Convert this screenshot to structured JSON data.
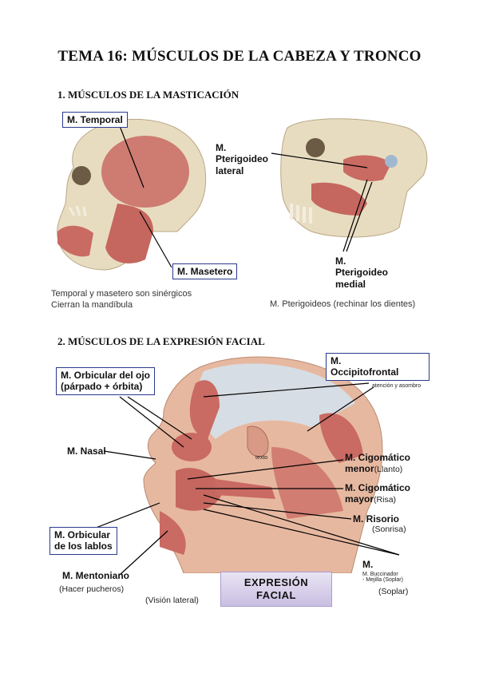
{
  "title": "TEMA 16: MÚSCULOS DE LA CABEZA Y TRONCO",
  "section1": {
    "heading": "1. MÚSCULOS DE LA MASTICACIÓN",
    "labels": {
      "temporal": "M. Temporal",
      "masetero": "M. Masetero",
      "pterigoideo_lateral": [
        "M.",
        "Pterigoideo",
        "lateral"
      ],
      "pterigoideo_medial": [
        "M.",
        "Pterigoideo",
        "medial"
      ]
    },
    "caption_left_1": "Temporal y masetero son sinérgicos",
    "caption_left_2": "Cierran la mandíbula",
    "caption_right": "M. Pterigoideos (rechinar los dientes)"
  },
  "section2": {
    "heading": "2. MÚSCULOS DE LA EXPRESIÓN FACIAL",
    "labels": {
      "orbicular_ojo_1": "M. Orbicular del ojo",
      "orbicular_ojo_2": "(párpado + órbita)",
      "occipitofrontal_1": "M.",
      "occipitofrontal_2": "Occipitofrontal",
      "occipitofrontal_note": "atención y asombro",
      "nasal": "M. Nasal",
      "texto": "texto",
      "cigomatico_menor_1": "M. Cigomático",
      "cigomatico_menor_2": "menor",
      "cigomatico_menor_note": "(Llanto)",
      "cigomatico_mayor_1": "M. Cigomático",
      "cigomatico_mayor_2": "mayor",
      "cigomatico_mayor_note": "(Risa)",
      "risorio": "M. Risorio",
      "risorio_note": "(Sonrisa)",
      "orbicular_labios_1": "M. Orbicular",
      "orbicular_labios_2": "de los lablos",
      "buccinador_1": "M.",
      "buccinador_2": "M. Buccinador",
      "buccinador_3": "- Mejilla (Soplar)",
      "buccinador_note": "(Soplar)",
      "mentoniano": "M. Mentoniano",
      "mentoniano_note": "(Hacer pucheros)",
      "vision_lateral": "(Visión lateral)"
    },
    "badge_1": "EXPRESIÓN",
    "badge_2": "FACIAL"
  },
  "colors": {
    "box_border": "#2b3a8c",
    "muscle": "#c96a63",
    "bone": "#e8dcc0",
    "skin": "#e7b8a0",
    "badge_bg": "#d6cfea"
  }
}
